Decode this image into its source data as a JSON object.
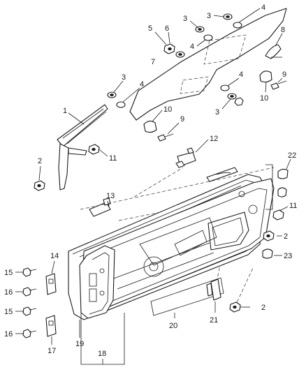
{
  "callouts": {
    "c1": "1",
    "c2a": "2",
    "c2b": "2",
    "c2c": "2",
    "c3a": "3",
    "c3b": "3",
    "c3c": "3",
    "c3d": "3",
    "c4a": "4",
    "c4b": "4",
    "c4c": "4",
    "c4d": "4",
    "c5": "5",
    "c6": "6",
    "c7": "7",
    "c8": "8",
    "c9a": "9",
    "c9b": "9",
    "c10a": "10",
    "c10b": "10",
    "c11a": "11",
    "c11b": "11",
    "c12": "12",
    "c13": "13",
    "c14": "14",
    "c15a": "15",
    "c15b": "15",
    "c16a": "16",
    "c16b": "16",
    "c17": "17",
    "c18": "18",
    "c19": "19",
    "c20": "20",
    "c21": "21",
    "c22": "22",
    "c23": "23"
  }
}
